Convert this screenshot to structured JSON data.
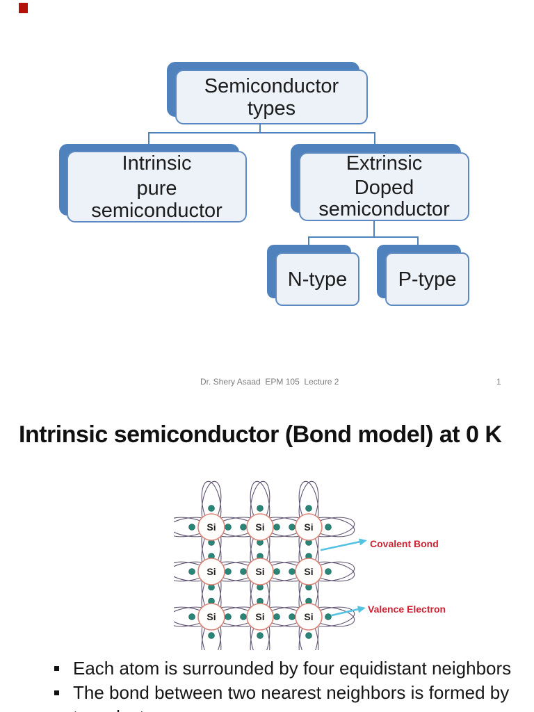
{
  "colors": {
    "accent_blue": "#4f81bd",
    "box_fill": "#edf1f8",
    "box_border": "#5c89c2",
    "electron_teal": "#2a8577",
    "orbit_purple": "#5d5170",
    "atom_border_red": "#dc8577",
    "label_red": "#cc2233",
    "arrow_cyan": "#54c3e2",
    "corner_red": "#b3120b",
    "footer_gray": "#7b7b7b"
  },
  "slide1": {
    "flowchart": {
      "root": {
        "line1": "Semiconductor",
        "line2": "types"
      },
      "intrinsic": {
        "line1": "Intrinsic",
        "line2": "pure",
        "line3": "semiconductor"
      },
      "extrinsic": {
        "line1": "Extrinsic",
        "line2": "Doped",
        "line3": "semiconductor"
      },
      "ntype": {
        "label": "N-type"
      },
      "ptype": {
        "label": "P-type"
      }
    },
    "footer": {
      "credit": "Dr. Shery Asaad  EPM 105  Lecture 2",
      "page_number": "1"
    }
  },
  "slide2": {
    "title": "Intrinsic semiconductor (Bond model) at 0 K",
    "lattice": {
      "rows": 3,
      "cols": 3,
      "atom_label": "Si",
      "covalent_label": "Covalent Bond",
      "valence_label": "Valence Electron"
    },
    "bullets": [
      "Each atom is surrounded by four equidistant neighbors",
      "The bond between two nearest neighbors is formed by two electrons"
    ]
  }
}
